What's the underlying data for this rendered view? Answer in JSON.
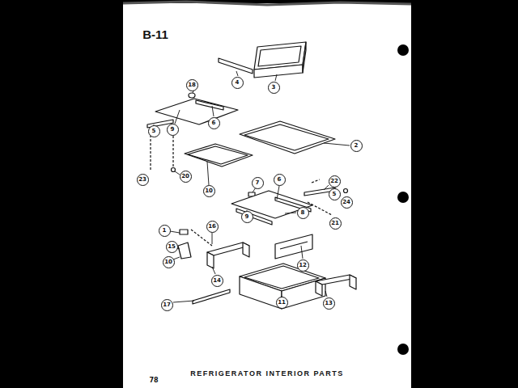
{
  "diagram": {
    "caption": "REFRIGERATOR INTERIOR PARTS",
    "labels": [
      "B-11",
      "4",
      "3",
      "18",
      "5",
      "9",
      "6",
      "2",
      "23",
      "20",
      "10",
      "7",
      "6",
      "22",
      "5",
      "24",
      "9",
      "8",
      "21",
      "1",
      "16",
      "15",
      "12",
      "10",
      "14",
      "17",
      "11",
      "13",
      "78"
    ]
  }
}
